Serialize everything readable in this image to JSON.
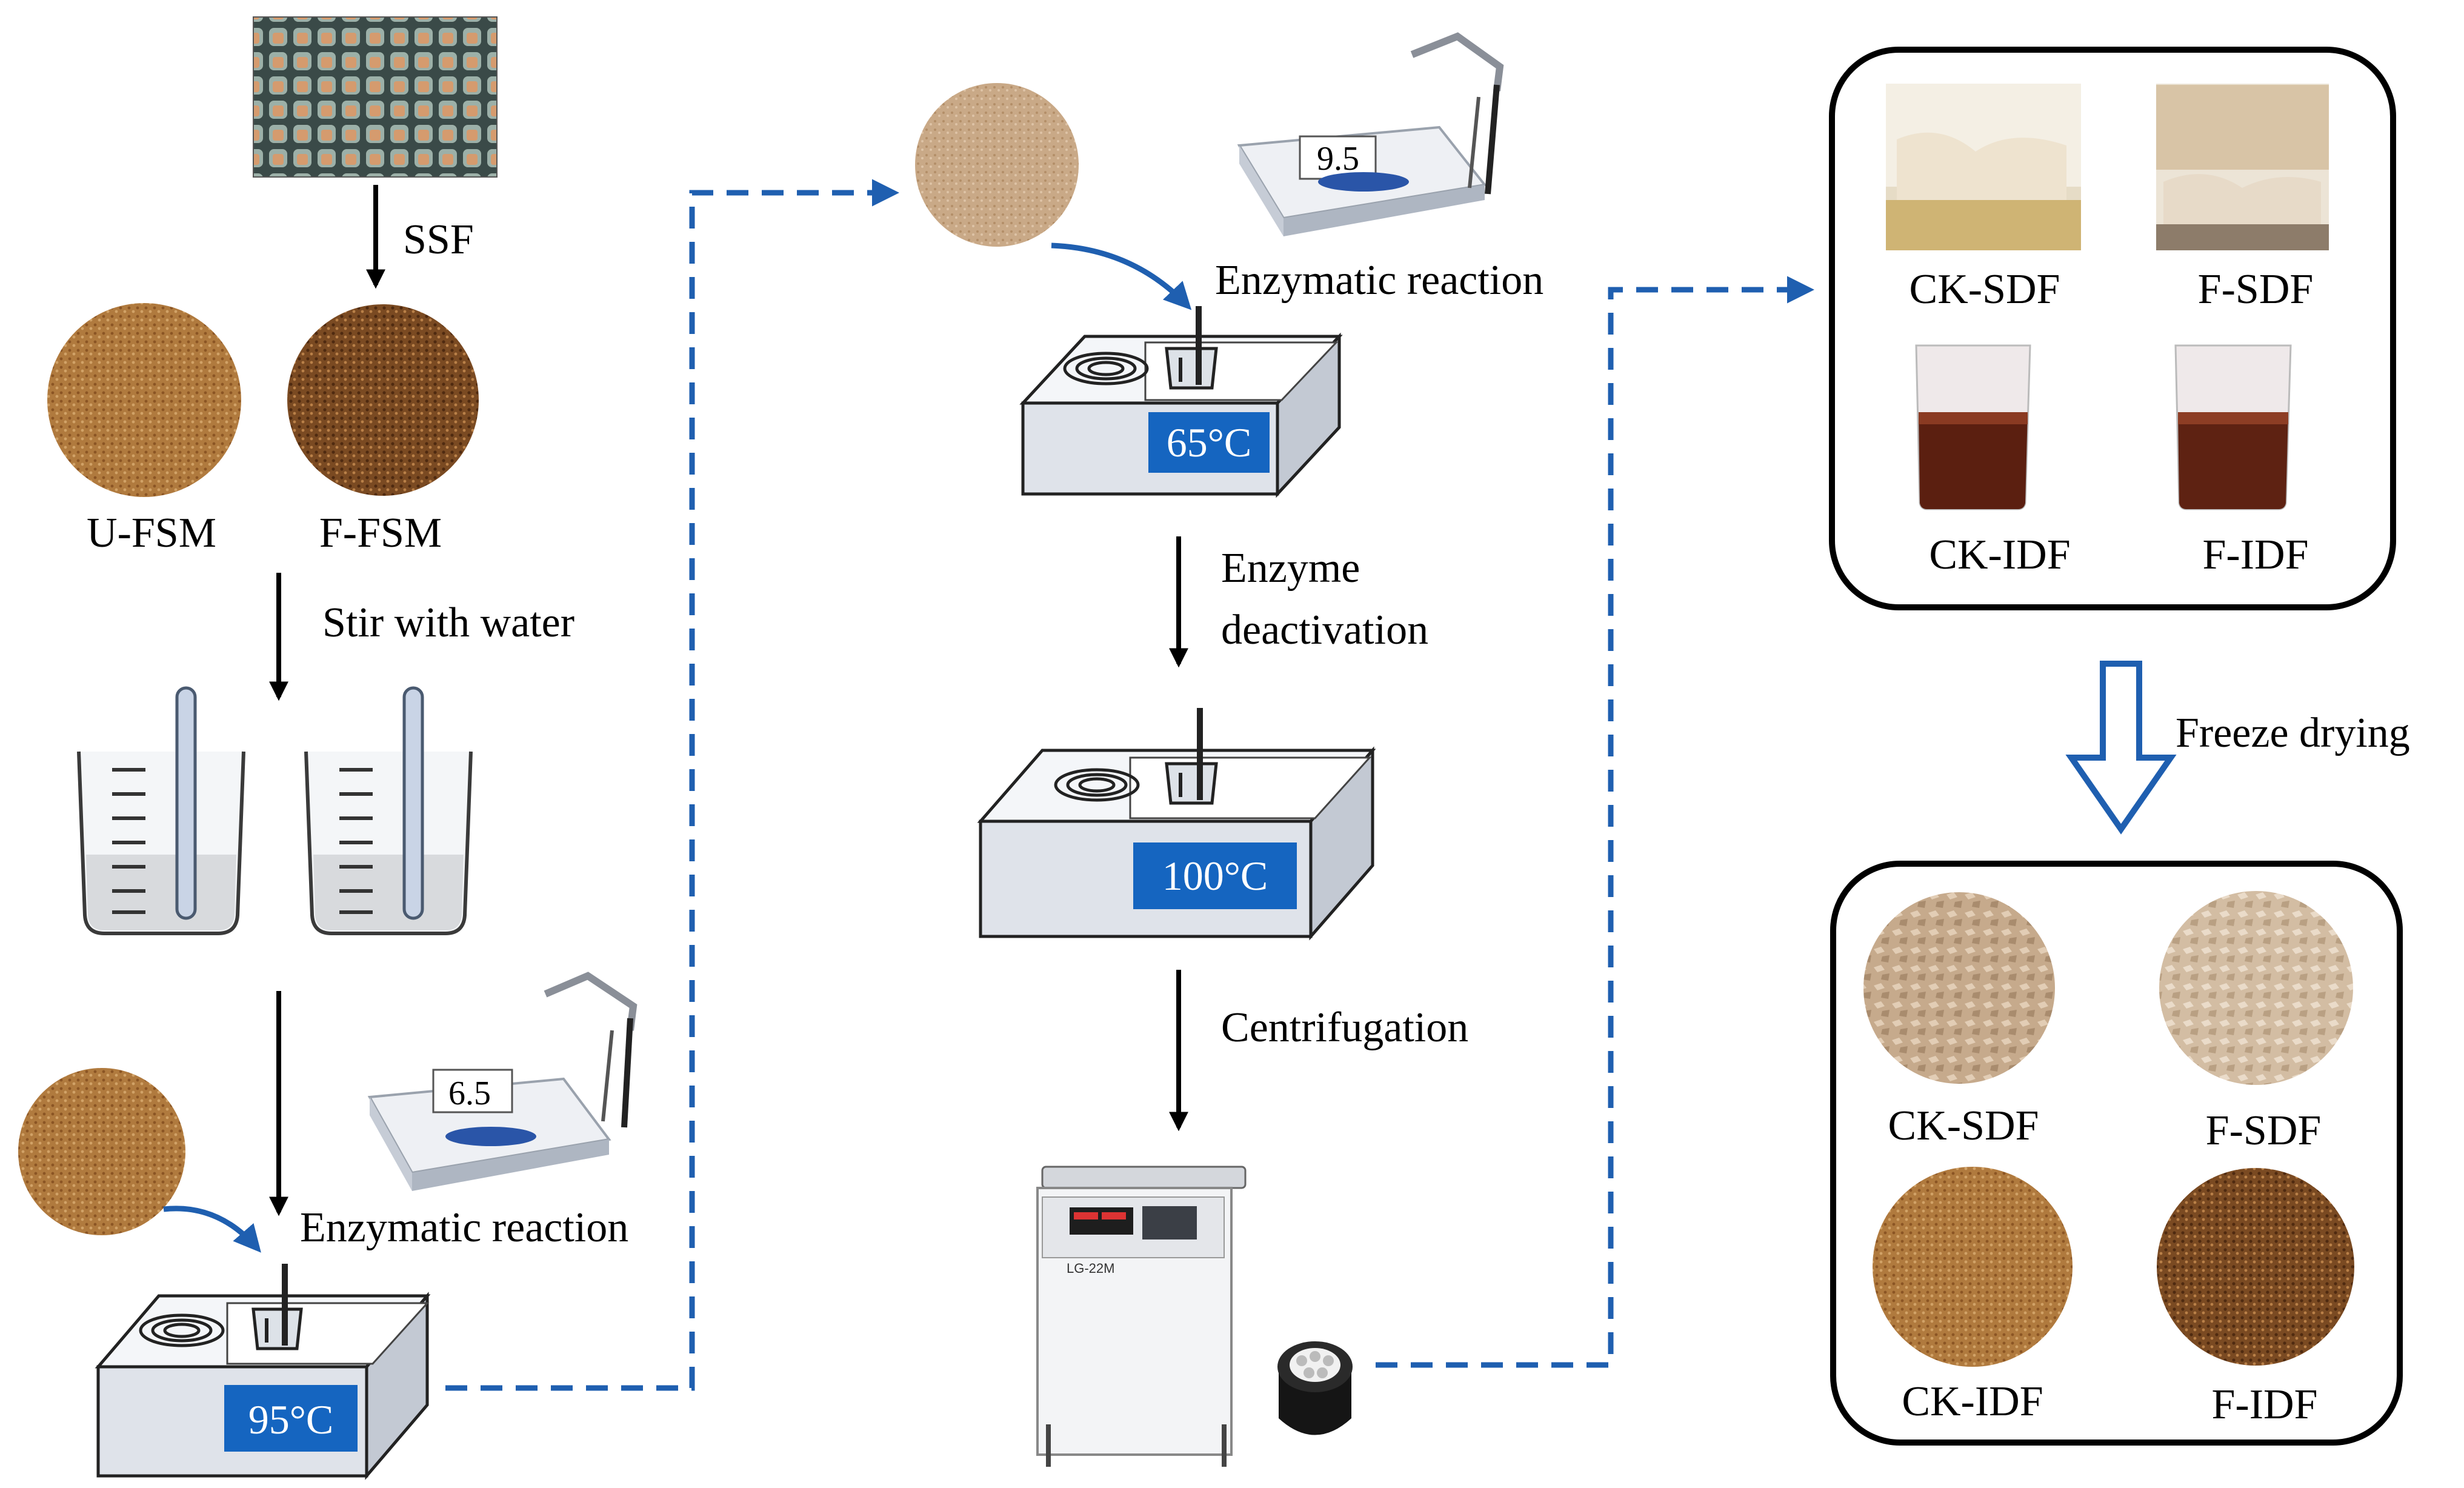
{
  "colors": {
    "flow_arrow": "#1f5fb0",
    "process_arrow": "#000000",
    "temp_tag": "#1565c0",
    "bath_body": "#dfe3ea",
    "powder_light": "#c8a684",
    "powder_mid": "#b07a3e",
    "powder_dark": "#6e3d18",
    "liquid_dark": "#5b1f10"
  },
  "steps": {
    "ssf": "SSF",
    "stir": "Stir with water",
    "enzymatic_1": "Enzymatic reaction",
    "enzymatic_2": "Enzymatic reaction",
    "enzyme_deactivation_line1": "Enzyme",
    "enzyme_deactivation_line2": "deactivation",
    "centrifugation": "Centrifugation",
    "freeze_drying": "Freeze drying"
  },
  "samples": {
    "u_fsm": "U-FSM",
    "f_fsm": "F-FSM"
  },
  "baths": {
    "bath1_temp": "95°C",
    "bath2_temp": "65°C",
    "bath3_temp": "100°C"
  },
  "ph_meters": {
    "meter1": "6.5",
    "meter2": "9.5"
  },
  "centrifuge": {
    "model": "LG-22M"
  },
  "wet_products": {
    "ck_sdf": "CK-SDF",
    "f_sdf": "F-SDF",
    "ck_idf": "CK-IDF",
    "f_idf": "F-IDF"
  },
  "dry_products": {
    "ck_sdf": "CK-SDF",
    "f_sdf": "F-SDF",
    "ck_idf": "CK-IDF",
    "f_idf": "F-IDF"
  }
}
